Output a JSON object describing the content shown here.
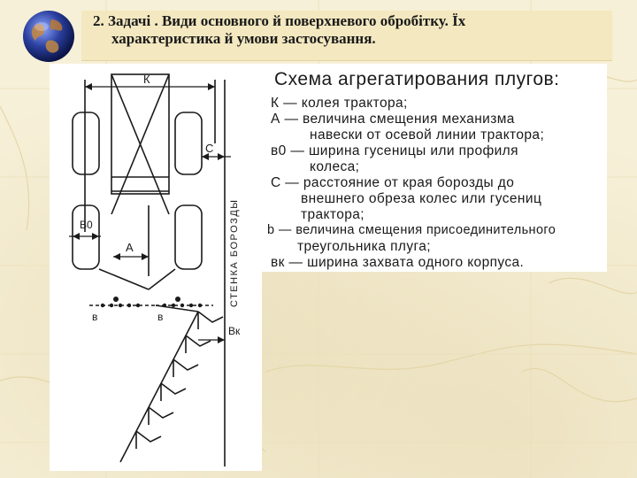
{
  "slide": {
    "title_line1": "2. Задачі . Види основного й поверхневого обробітку. Їх",
    "title_line2": "характеристика й умови застосування."
  },
  "diagram": {
    "label_k": "К",
    "label_c": "С",
    "label_b0": "В0",
    "label_a": "А",
    "label_b_left": "в",
    "label_b_right": "в",
    "label_bk": "Вк",
    "label_wall": "СТЕНКА БОРОЗДЫ"
  },
  "legend": {
    "title": "Схема агрегатирования плугов:",
    "lines": [
      "К — колея трактора;",
      "А — величина смещения механизма",
      "навески от осевой линии трактора;",
      "в0 — ширина гусеницы или профиля",
      "колеса;",
      "С — расстояние от края борозды до",
      "внешнего обреза колес или гусениц",
      "трактора;",
      "b — величина смещения присоединительного",
      "треугольника плуга;",
      "вк — ширина захвата одного корпуса."
    ]
  }
}
